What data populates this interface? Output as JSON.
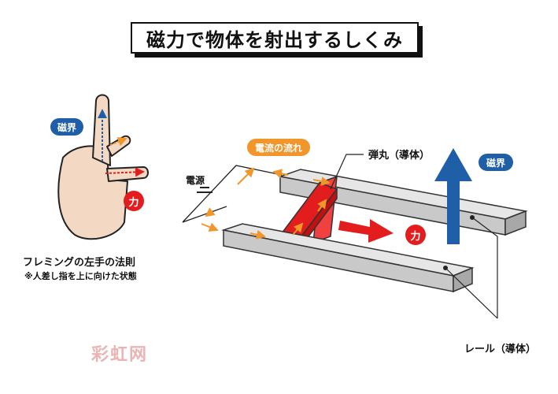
{
  "title": "磁力で物体を射出するしくみ",
  "hand_section": {
    "magnetic_field_label": "磁界",
    "force_label": "力",
    "caption": "フレミングの左手の法則",
    "note": "※人差し指を上に向けた状態"
  },
  "rail_section": {
    "current_flow_label": "電流の流れ",
    "power_source_label": "電源",
    "bullet_label": "弾丸（導体）",
    "magnetic_field_label": "磁界",
    "force_label": "力",
    "rail_label": "レール（導体）"
  },
  "watermark": "彩虹网",
  "colors": {
    "magnetic_blue": "#1f5fa8",
    "current_orange": "#f0962a",
    "force_red": "#e31d1d",
    "rail_gray": "#c9c9c9"
  }
}
